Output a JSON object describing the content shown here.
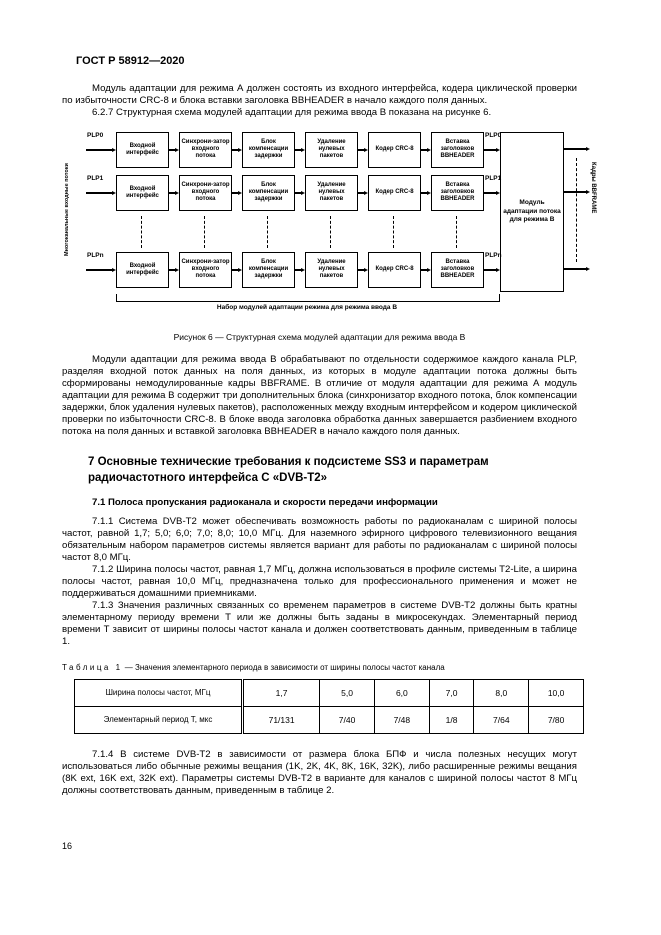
{
  "page": {
    "header": "ГОСТ Р 58912—2020",
    "page_number": "16"
  },
  "paragraphs": {
    "p1": "Модуль адаптации для режима А должен состоять из входного интерфейса, кодера циклической проверки по избыточности CRC-8 и блока вставки заголовка BBHEADER в начало каждого поля данных.",
    "p2": "6.2.7 Структурная схема модулей адаптации для режима ввода В показана на рисунке 6.",
    "p3": "Модули адаптации для режима ввода В обрабатывают по отдельности содержимое каждого канала PLP, разделяя входной поток данных на поля данных, из которых в модуле адаптации потока должны быть сформированы немодулированные кадры BBFRAME. В отличие от модуля адаптации для режима А модуль адаптации для режима В содержит три дополнительных блока (синхронизатор входного потока, блок компенсации задержки, блок удаления нулевых пакетов), расположенных между входным интерфейсом и кодером циклической проверки по избыточности CRC-8. В блоке ввода заголовка обработка данных завершается разбиением входного потока на поля данных и вставкой заголовка BBHEADER в начало каждого поля данных."
  },
  "figure": {
    "left_label": "Многоканальные входные потоки",
    "right_label": "Кадры BBFRAME",
    "big_block": "Модуль адаптации потока для режима В",
    "bracket_label": "Набор модулей адаптации режима для режима ввода В",
    "caption": "Рисунок 6 — Структурная схема модулей адаптации для режима ввода В",
    "rows": [
      {
        "input": "PLP0",
        "output": "PLP0",
        "blocks": [
          "Входной интерфейс",
          "Синхрони-затор входного потока",
          "Блок компенсации задержки",
          "Удаление нулевых пакетов",
          "Кодер CRC-8",
          "Вставка заголовков BBHEADER"
        ]
      },
      {
        "input": "PLP1",
        "output": "PLP1",
        "blocks": [
          "Входной интерфейс",
          "Синхрони-затор входного потока",
          "Блок компенсации задержки",
          "Удаление нулевых пакетов",
          "Кодер CRC-8",
          "Вставка заголовков BBHEADER"
        ]
      },
      {
        "input": "PLPn",
        "output": "PLPn",
        "blocks": [
          "Входной интерфейс",
          "Синхрони-затор входного потока",
          "Блок компенсации задержки",
          "Удаление нулевых пакетов",
          "Кодер CRC-8",
          "Вставка заголовков BBHEADER"
        ]
      }
    ]
  },
  "section7": {
    "title": "7 Основные технические требования к подсистеме SS3 и параметрам радиочастотного интерфейса С «DVB-T2»",
    "sub71": "7.1 Полоса пропускания радиоканала и скорости передачи информации",
    "p711": "7.1.1 Система DVB-T2 может обеспечивать возможность работы по радиоканалам с шириной полосы частот, равной 1,7; 5,0; 6,0; 7,0; 8,0; 10,0 МГц. Для наземного эфирного цифрового телевизионного вещания обязательным набором параметров системы является вариант для работы по радиоканалам с шириной полосы частот 8,0 МГц.",
    "p712": "7.1.2 Ширина полосы частот, равная 1,7 МГц, должна использоваться в профиле системы T2-Lite, а ширина полосы частот, равная 10,0 МГц, предназначена только для профессионального применения и может не поддерживаться домашними приемниками.",
    "p713": "7.1.3 Значения различных связанных со временем параметров в системе DVB-T2 должны быть кратны элементарному периоду времени T или же должны быть заданы в микросекундах. Элементарный период времени T зависит от ширины полосы частот канала и должен соответствовать данным, приведенным в таблице 1.",
    "p714": "7.1.4 В системе DVB-T2 в зависимости от размера блока БПФ и числа полезных несущих могут использоваться либо обычные режимы вещания (1K, 2K, 4K, 8K, 16K, 32K), либо расширенные режимы вещания (8K ext, 16K ext, 32K ext). Параметры системы DVB-T2 в варианте для каналов с шириной полосы частот 8 МГц должны соответствовать данным, приведенным в таблице 2."
  },
  "table1": {
    "caption_label": "Таблица 1",
    "caption_text": "— Значения элементарного периода в зависимости от ширины полосы частот канала",
    "rows": [
      {
        "label": "Ширина полосы частот, МГц",
        "values": [
          "1,7",
          "5,0",
          "6,0",
          "7,0",
          "8,0",
          "10,0"
        ]
      },
      {
        "label": "Элементарный период Т, мкс",
        "values": [
          "71/131",
          "7/40",
          "7/48",
          "1/8",
          "7/64",
          "7/80"
        ]
      }
    ]
  }
}
